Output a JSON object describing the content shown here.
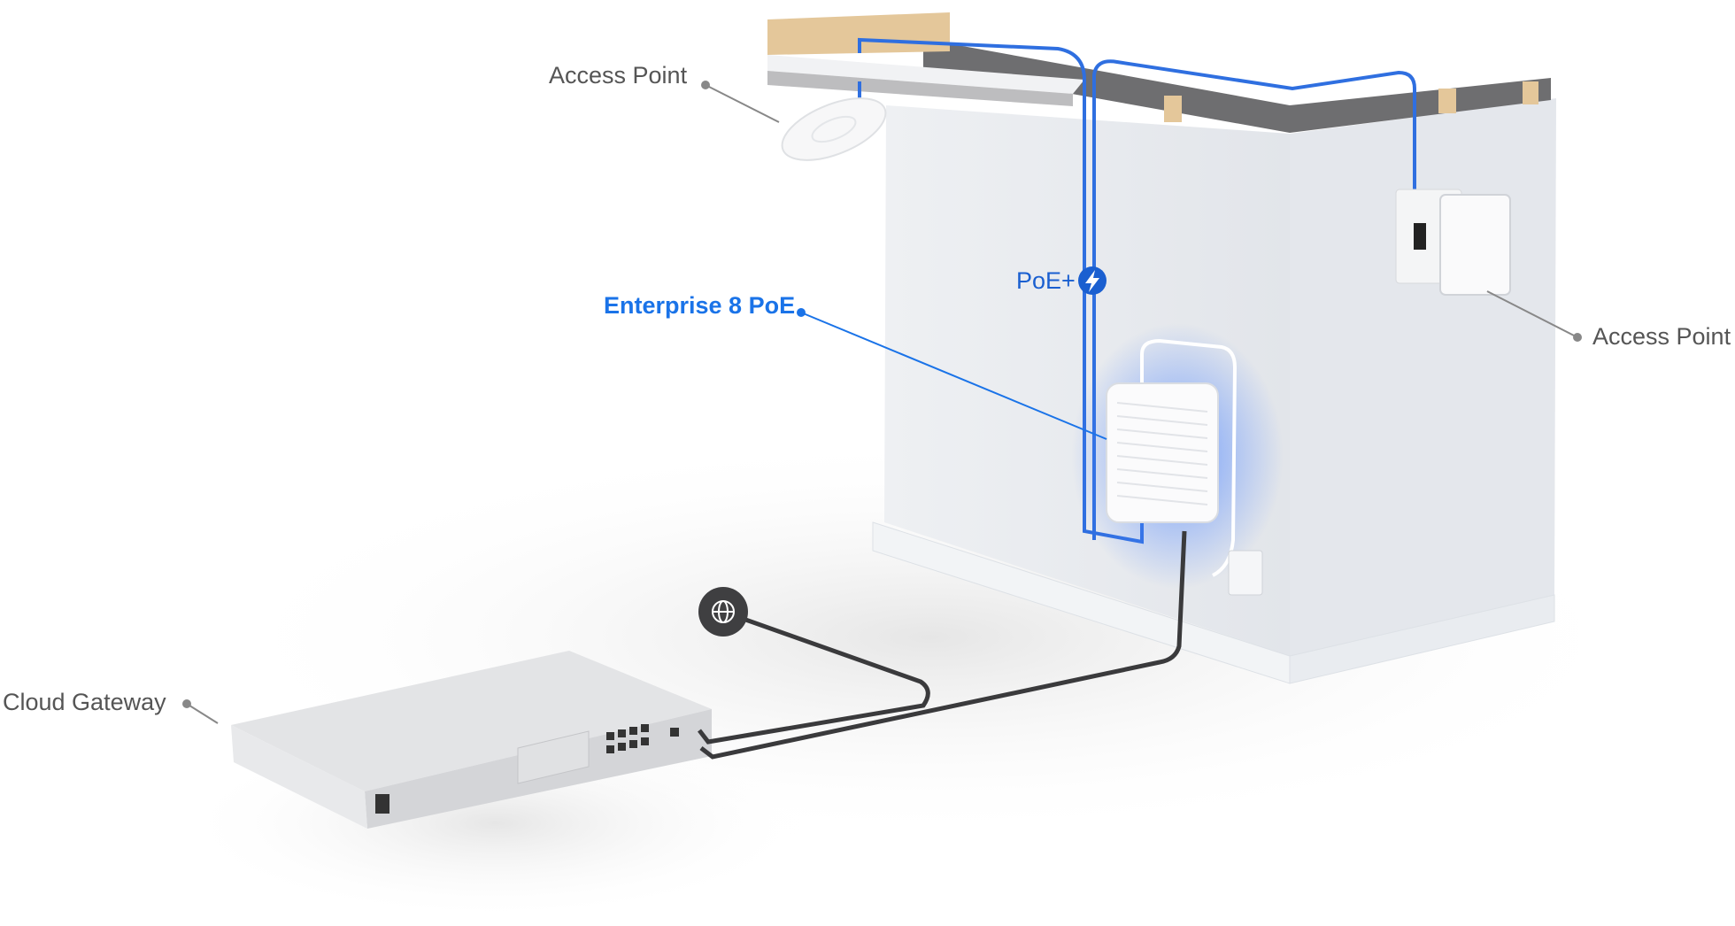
{
  "labels": {
    "access_point_ceiling": "Access Point",
    "enterprise_switch": "Enterprise 8 PoE",
    "poe": "PoE+",
    "access_point_wall": "Access Point",
    "cloud_gateway": "Cloud Gateway"
  },
  "icons": {
    "poe": "lightning-bolt-icon",
    "internet": "globe-icon"
  },
  "colors": {
    "accent": "#1a73e8",
    "label": "#555555",
    "cable": "#3a3a3c",
    "poe_cable": "#2f6fe0"
  }
}
